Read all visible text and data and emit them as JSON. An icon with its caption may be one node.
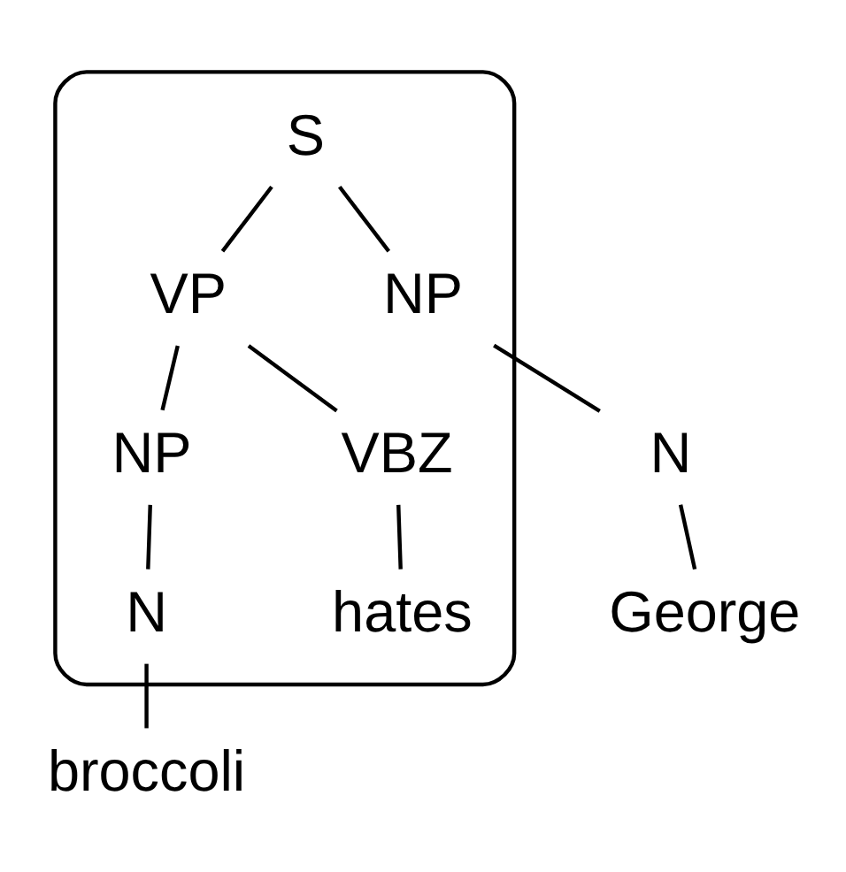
{
  "diagram": {
    "nodes": [
      {
        "text": [],
        "shape": "cloud"
      },
      {
        "text": [
          "S"
        ],
        "in": 0
      },
      {
        "text": [
          "NP"
        ],
        "in": 0
      },
      {
        "text": [
          "VP"
        ],
        "in": 0
      },
      {
        "text": [
          "N"
        ]
      },
      {
        "text": [
          "VBZ"
        ],
        "in": 0
      },
      {
        "text": [
          "NP"
        ],
        "in": 0
      },
      {
        "text": [
          "George"
        ]
      },
      {
        "text": [
          "hates"
        ],
        "in": 0
      },
      {
        "text": [
          "N"
        ],
        "in": 0
      },
      {
        "text": [
          "broccoli"
        ]
      }
    ],
    "edges": [
      {
        "from": 1,
        "to": 2,
        "arrow": "none"
      },
      {
        "from": 1,
        "to": 3,
        "arrow": "none"
      },
      {
        "from": 2,
        "to": 4,
        "arrow": "none"
      },
      {
        "from": 3,
        "to": 5,
        "arrow": "none"
      },
      {
        "from": 3,
        "to": 6,
        "arrow": "none"
      },
      {
        "from": 4,
        "to": 7,
        "arrow": "none"
      },
      {
        "from": 5,
        "to": 8,
        "arrow": "none"
      },
      {
        "from": 6,
        "to": 9,
        "arrow": "none"
      },
      {
        "from": 9,
        "to": 10,
        "arrow": "none"
      }
    ]
  }
}
